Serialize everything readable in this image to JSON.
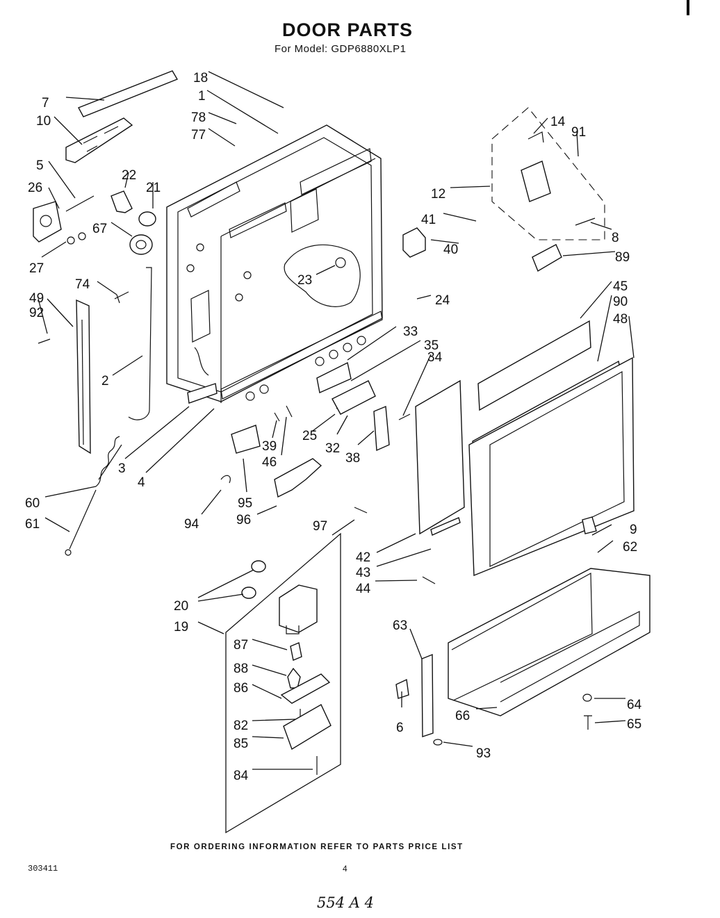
{
  "header": {
    "title": "DOOR PARTS",
    "subtitle": "For Model: GDP6880XLP1"
  },
  "footer": {
    "note": "FOR ORDERING INFORMATION REFER TO PARTS PRICE LIST",
    "doc_number": "303411",
    "page_number": "4",
    "handwritten": "554 A 4"
  },
  "part_labels": [
    "18",
    "1",
    "7",
    "78",
    "77",
    "10",
    "14",
    "91",
    "5",
    "22",
    "21",
    "26",
    "12",
    "41",
    "8",
    "67",
    "40",
    "89",
    "27",
    "23",
    "74",
    "49",
    "24",
    "92",
    "45",
    "90",
    "33",
    "48",
    "35",
    "34",
    "2",
    "25",
    "32",
    "38",
    "39",
    "46",
    "3",
    "4",
    "95",
    "60",
    "94",
    "96",
    "61",
    "97",
    "42",
    "9",
    "62",
    "43",
    "44",
    "20",
    "19",
    "63",
    "87",
    "88",
    "86",
    "64",
    "82",
    "6",
    "66",
    "65",
    "85",
    "93",
    "84"
  ]
}
